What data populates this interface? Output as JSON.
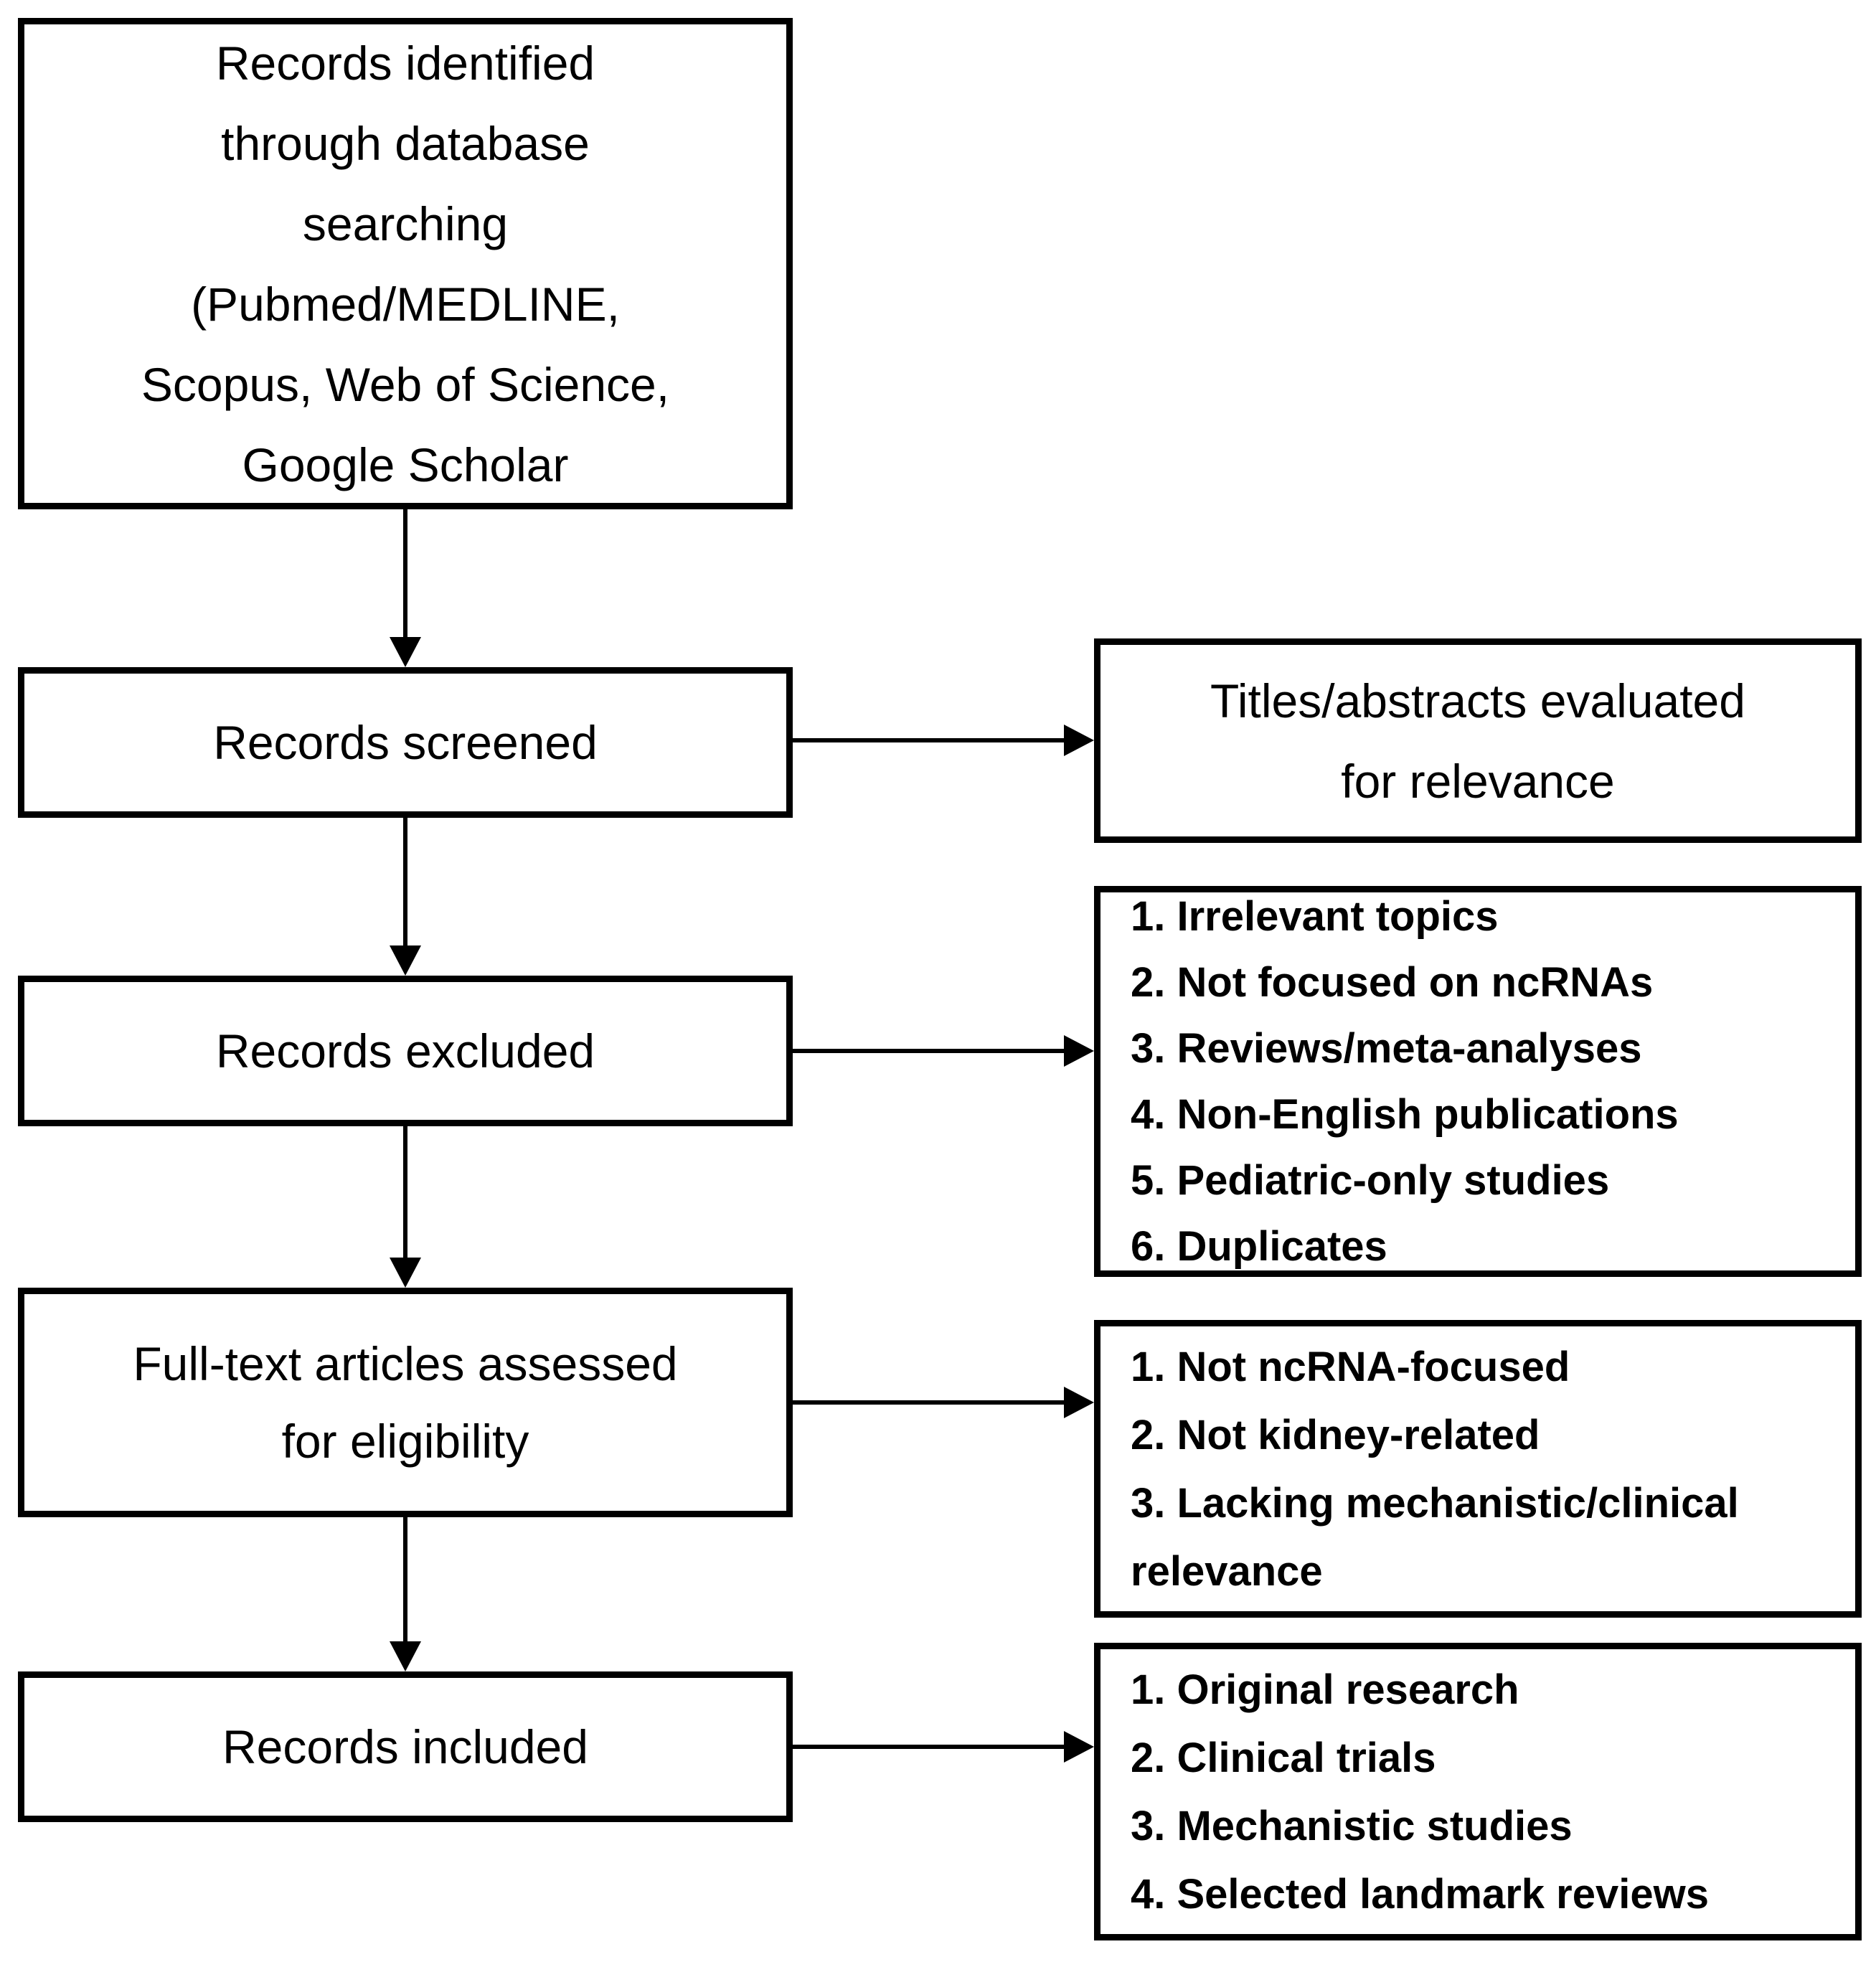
{
  "diagram": {
    "background": "#ffffff",
    "line_color": "#000000",
    "text_color": "#000000",
    "left_boxes": [
      {
        "id": "records-identified",
        "lines": [
          "Records identified",
          "through database",
          "searching",
          "(Pubmed/MEDLINE,",
          "Scopus, Web of Science,",
          "Google Scholar"
        ]
      },
      {
        "id": "records-screened",
        "lines": [
          "Records screened"
        ]
      },
      {
        "id": "records-excluded",
        "lines": [
          "Records excluded"
        ]
      },
      {
        "id": "full-text-assessed",
        "lines": [
          "Full-text articles assessed",
          "for eligibility"
        ]
      },
      {
        "id": "records-included",
        "lines": [
          "Records included"
        ]
      }
    ],
    "right_boxes": [
      {
        "id": "titles-abstracts-evaluated",
        "lines": [
          "Titles/abstracts evaluated",
          "for relevance"
        ]
      },
      {
        "id": "screening-exclusion-reasons",
        "items": [
          "1. Irrelevant topics",
          "2. Not focused on ncRNAs",
          "3. Reviews/meta-analyses",
          "4. Non-English publications",
          "5. Pediatric-only studies",
          "6. Duplicates"
        ]
      },
      {
        "id": "fulltext-exclusion-reasons",
        "items": [
          "1. Not ncRNA-focused",
          "2. Not kidney-related",
          "3. Lacking mechanistic/clinical relevance"
        ]
      },
      {
        "id": "included-record-types",
        "items": [
          "1. Original research",
          "2. Clinical trials",
          "3. Mechanistic studies",
          "4. Selected landmark reviews"
        ]
      }
    ]
  }
}
